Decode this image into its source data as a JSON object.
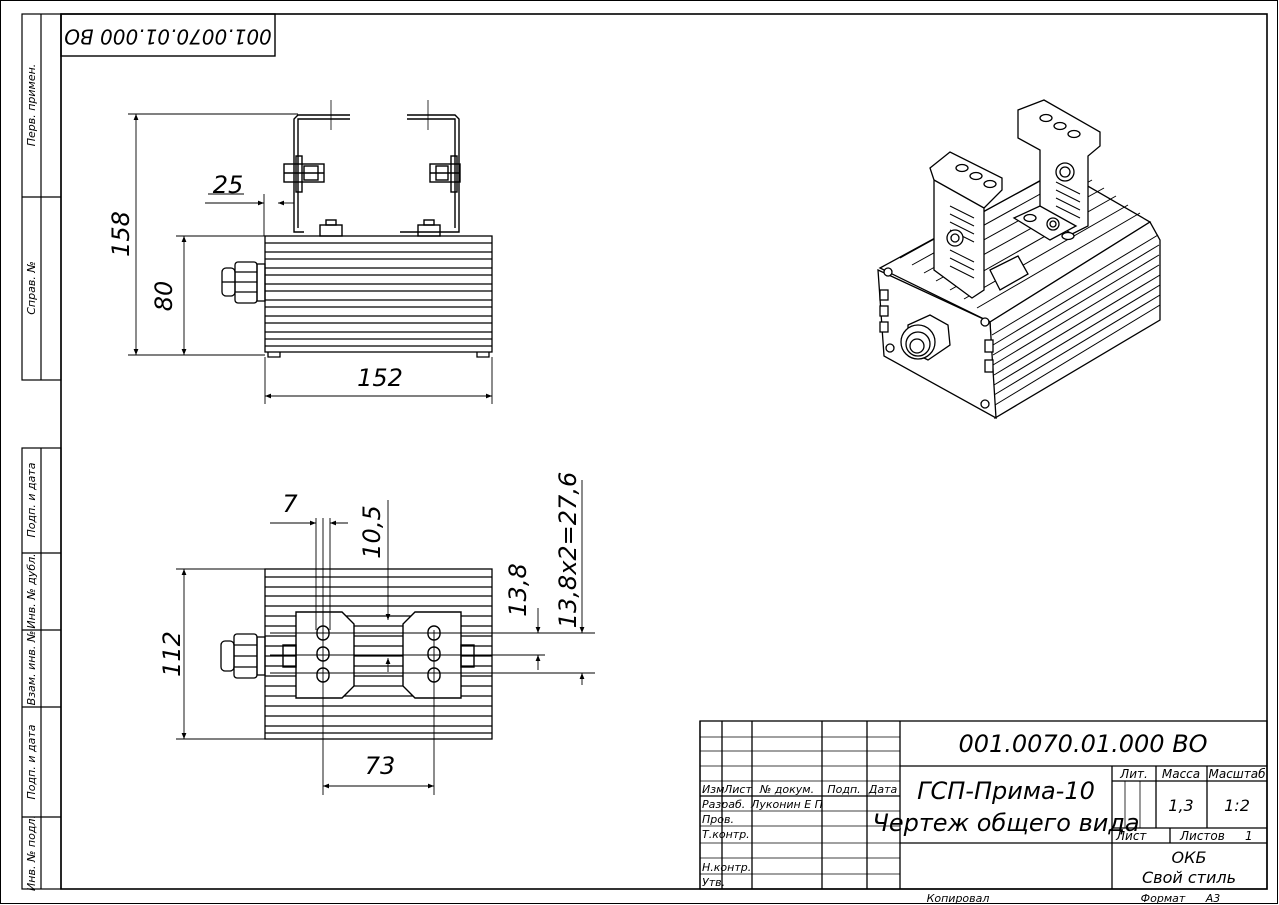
{
  "sheet": {
    "rotated_code": "001.0070.01.000 ВО",
    "side_strip": [
      "Перв. примен.",
      "Справ. №",
      "Подп. и дата",
      "Инв. № дубл.",
      "Взам. инв. №",
      "Подп. и дата",
      "Инв. № подл."
    ]
  },
  "front_view": {
    "dims": {
      "d25": "25",
      "d158": "158",
      "d80": "80",
      "d152": "152"
    }
  },
  "top_view": {
    "dims": {
      "d7": "7",
      "d10_5": "10,5",
      "d13_8": "13,8",
      "d27_6": "13,8x2=27,6",
      "d112": "112",
      "d73": "73"
    }
  },
  "title_block": {
    "code": "001.0070.01.000 ВО",
    "name_line1": "ГСП-Прима-10",
    "name_line2": "Чертеж общего вида",
    "col_izm": "Изм",
    "col_list": "Лист",
    "col_ndok": "№ докум.",
    "col_podp": "Подп.",
    "col_data": "Дата",
    "razrab": "Разраб.",
    "razrab_name": "Луконин Е П",
    "prov": "Пров.",
    "tkontr": "Т.контр.",
    "nkontr": "Н.контр.",
    "utv": "Утв.",
    "lit_label": "Лит.",
    "mass_label": "Масса",
    "scale_label": "Масштаб",
    "mass": "1,3",
    "scale": "1:2",
    "sheet_label": "Лист",
    "sheets_label": "Листов",
    "sheets": "1",
    "org_line1": "ОКБ",
    "org_line2": "Свой стиль",
    "copied": "Копировал",
    "format_label": "Формат",
    "format": "А3"
  }
}
